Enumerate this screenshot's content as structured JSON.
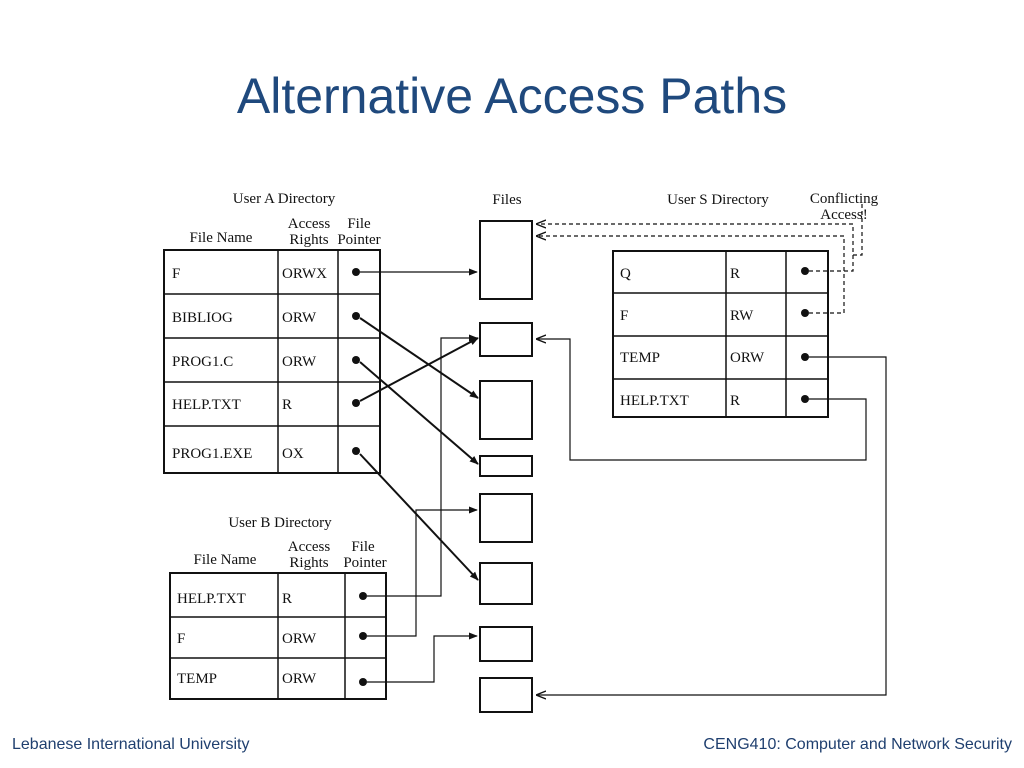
{
  "slide": {
    "title": "Alternative Access Paths"
  },
  "footer": {
    "left": "Lebanese International University",
    "right": "CENG410: Computer and Network Security"
  },
  "diagram": {
    "files_label": "Files",
    "conflicting_label": [
      "Conflicting",
      "Access!"
    ],
    "user_a": {
      "title": "User A Directory",
      "headers": {
        "name": "File Name",
        "rights": [
          "Access",
          "Rights"
        ],
        "pointer": [
          "File",
          "Pointer"
        ]
      },
      "rows": [
        {
          "name": "F",
          "rights": "ORWX"
        },
        {
          "name": "BIBLIOG",
          "rights": "ORW"
        },
        {
          "name": "PROG1.C",
          "rights": "ORW"
        },
        {
          "name": "HELP.TXT",
          "rights": "R"
        },
        {
          "name": "PROG1.EXE",
          "rights": "OX"
        }
      ]
    },
    "user_b": {
      "title": "User B Directory",
      "headers": {
        "name": "File Name",
        "rights": [
          "Access",
          "Rights"
        ],
        "pointer": [
          "File",
          "Pointer"
        ]
      },
      "rows": [
        {
          "name": "HELP.TXT",
          "rights": "R"
        },
        {
          "name": "F",
          "rights": "ORW"
        },
        {
          "name": "TEMP",
          "rights": "ORW"
        }
      ]
    },
    "user_s": {
      "title": "User S Directory",
      "rows": [
        {
          "name": "Q",
          "rights": "R"
        },
        {
          "name": "F",
          "rights": "RW"
        },
        {
          "name": "TEMP",
          "rights": "ORW"
        },
        {
          "name": "HELP.TXT",
          "rights": "R"
        }
      ]
    }
  }
}
